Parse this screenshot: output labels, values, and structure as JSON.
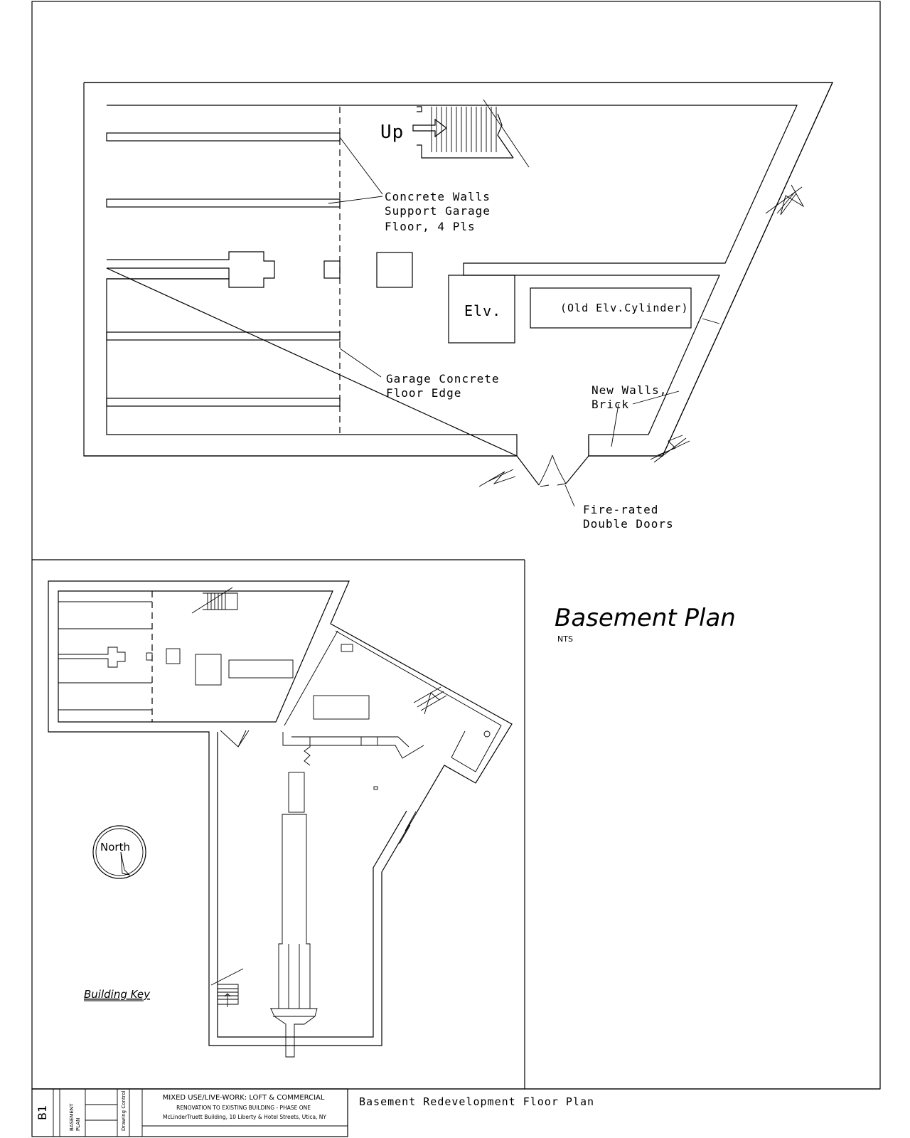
{
  "plan": {
    "up_label": "Up",
    "label_concrete_walls": [
      "Concrete Walls",
      "Support Garage",
      "Floor, 4 Pls"
    ],
    "label_elevator": "Elv.",
    "label_old_elevator": "(Old Elv.Cylinder)",
    "label_garage_edge": [
      "Garage Concrete",
      "Floor Edge"
    ],
    "label_new_walls": [
      "New Walls,",
      "Brick"
    ],
    "label_fire_doors": [
      "Fire-rated",
      "Double Doors"
    ]
  },
  "key_plan": {
    "north_label": "North",
    "building_key_label": "Building Key"
  },
  "sheet_title": {
    "title": "Basement Plan",
    "scale": "NTS"
  },
  "title_block": {
    "sheet_number": "B1",
    "sheet_name_lines": [
      "BASEMENT",
      "PLAN"
    ],
    "drawing_control": "Drawing Control",
    "project_lines": [
      "MIXED USE/LIVE-WORK: LOFT & COMMERCIAL",
      "RENOVATION TO EXISTING BUILDING - PHASE ONE",
      "McLinderTruett Building, 10 Liberty & Hotel Streets, Utica, NY"
    ],
    "description": "Basement Redevelopment Floor Plan"
  }
}
